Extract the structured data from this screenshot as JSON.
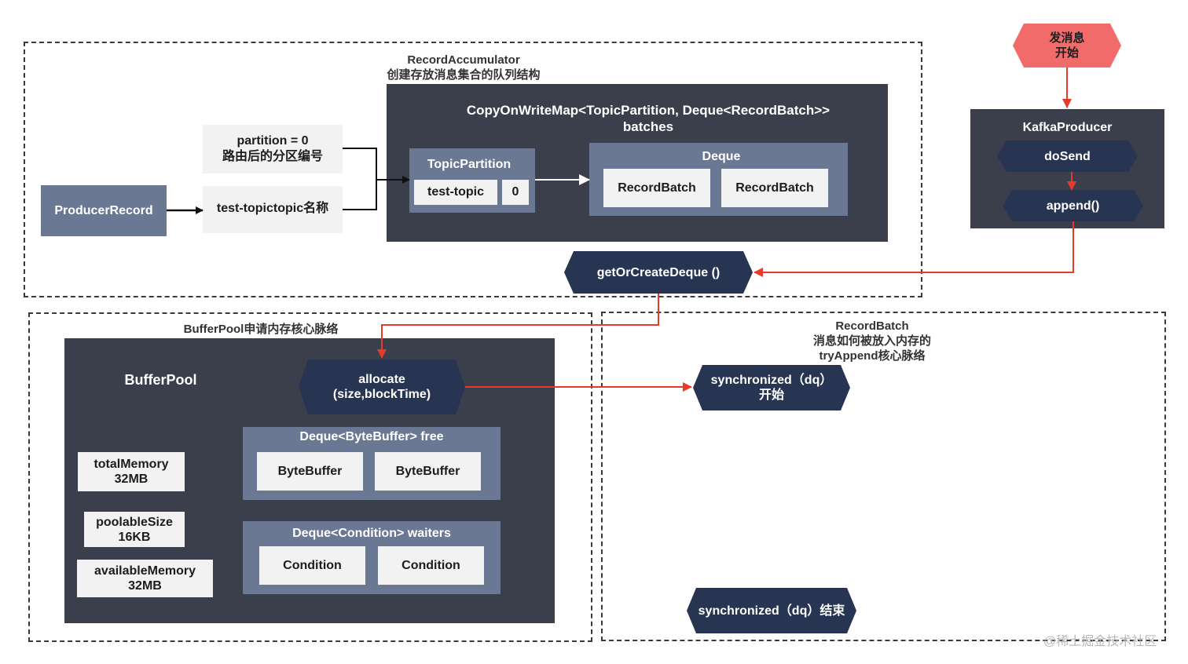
{
  "accumulator": {
    "title": "RecordAccumulator",
    "subtitle": "创建存放消息集合的队列结构",
    "producer_record": "ProducerRecord",
    "partition_label": "partition = 0",
    "partition_sub": "路由后的分区编号",
    "topic_label": "test-topictopic名称",
    "map_title": "CopyOnWriteMap<TopicPartition, Deque<RecordBatch>>",
    "map_sub": "batches",
    "topic_partition": "TopicPartition",
    "topic_value": "test-topic",
    "partition_value": "0",
    "deque_title": "Deque",
    "batches": [
      "RecordBatch",
      "RecordBatch"
    ],
    "get_or_create": "getOrCreateDeque  ()"
  },
  "start": {
    "line1": "发消息",
    "line2": "开始"
  },
  "producer": {
    "title": "KafkaProducer",
    "do_send": "doSend",
    "append": "append()"
  },
  "bufferpool": {
    "caption": "BufferPool申请内存核心脉络",
    "title": "BufferPool",
    "allocate_line1": "allocate",
    "allocate_line2": "(size,blockTime)",
    "total_memory": "totalMemory",
    "total_memory_value": "32MB",
    "poolable_size": "poolableSize",
    "poolable_size_value": "16KB",
    "available_memory": "availableMemory",
    "available_memory_value": "32MB",
    "free_title": "Deque<ByteBuffer> free",
    "free_items": [
      "ByteBuffer",
      "ByteBuffer"
    ],
    "waiters_title": "Deque<Condition> waiters",
    "waiter_items": [
      "Condition",
      "Condition"
    ]
  },
  "recordbatch": {
    "caption_line1": "RecordBatch",
    "caption_line2": "消息如何被放入内存的",
    "caption_line3": "tryAppend核心脉络",
    "sync_start_line1": "synchronized（dq）",
    "sync_start_line2": "开始",
    "sync_end": "synchronized（dq）结束"
  },
  "watermark": "@稀土掘金技术社区",
  "colors": {
    "dark_panel": "#3b3f4c",
    "mid_panel": "#6b7894",
    "hex_node": "#273552",
    "start_node": "#f26b6b",
    "arrow_red": "#e8392b"
  }
}
